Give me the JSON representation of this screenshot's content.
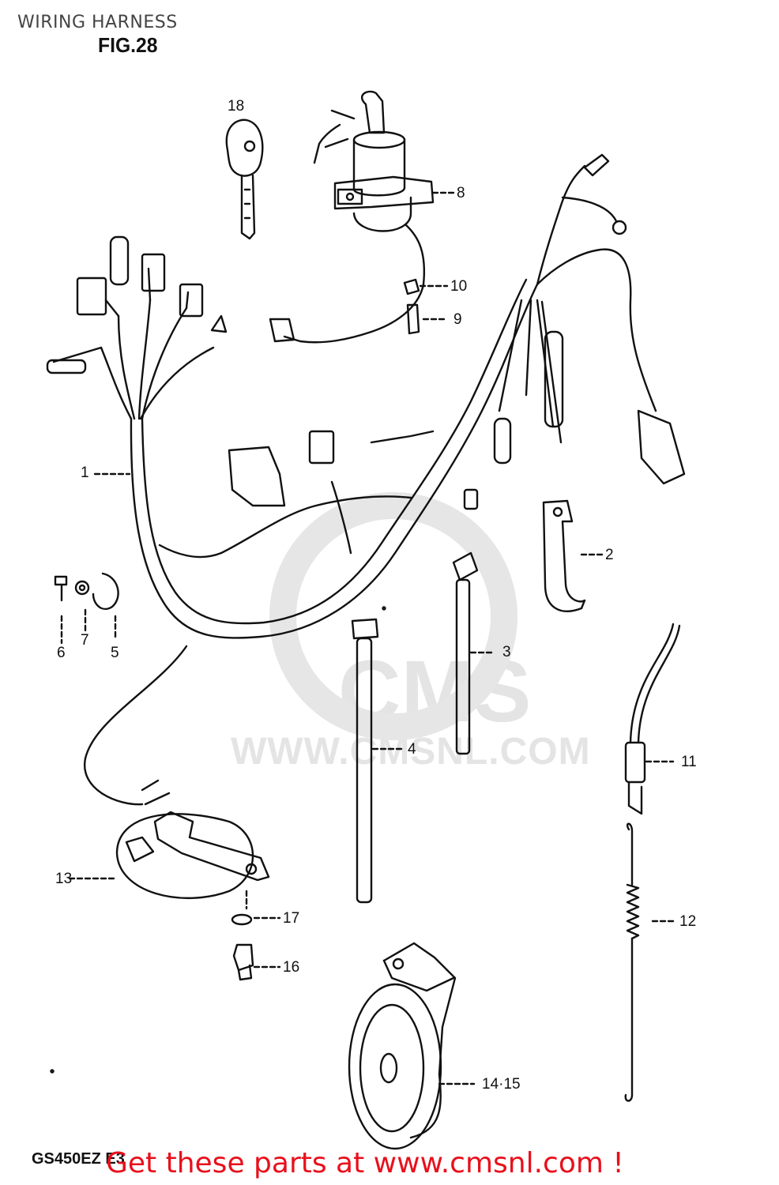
{
  "header": {
    "title": "WIRING HARNESS",
    "figure": "FIG.28"
  },
  "watermark": {
    "logo_text": "CMS",
    "url_text": "WWW.CMSNL.COM"
  },
  "footer": {
    "model_code": "GS450EZ E3",
    "call_to_action": "Get these parts at www.cmsnl.com !"
  },
  "callouts": {
    "c1": "1",
    "c2": "2",
    "c3": "3",
    "c4": "4",
    "c5": "5",
    "c6": "6",
    "c7": "7",
    "c8": "8",
    "c9": "9",
    "c10": "10",
    "c11": "11",
    "c12": "12",
    "c13": "13",
    "c1415": "14·15",
    "c16": "16",
    "c17": "17",
    "c18": "18"
  },
  "colors": {
    "line": "#111111",
    "watermark": "#e4e4e4",
    "cta": "#e8101c"
  }
}
